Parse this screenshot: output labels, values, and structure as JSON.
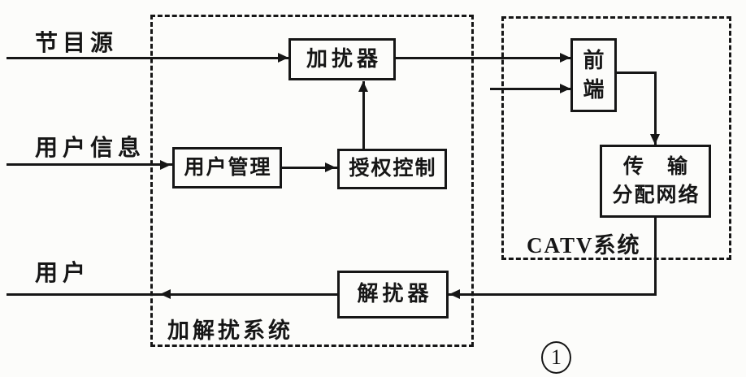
{
  "diagram": {
    "title_hint": "CATV scrambling system block diagram",
    "source_labels": {
      "program_source": "节目源",
      "user_info": "用户信息",
      "user": "用户"
    },
    "boxes": {
      "scrambler": "加扰器",
      "user_management": "用户管理",
      "authorization_control": "授权控制",
      "headend_char1": "前",
      "headend_char2": "端",
      "transmission_line1": "传　输",
      "transmission_line2": "分配网络",
      "descrambler": "解扰器"
    },
    "regions": {
      "scrambling_system": "加解扰系统",
      "catv_system": "CATV系统"
    },
    "figure_number": "1",
    "colors": {
      "ink": "#161616",
      "paper": "#fcfcfa"
    }
  }
}
